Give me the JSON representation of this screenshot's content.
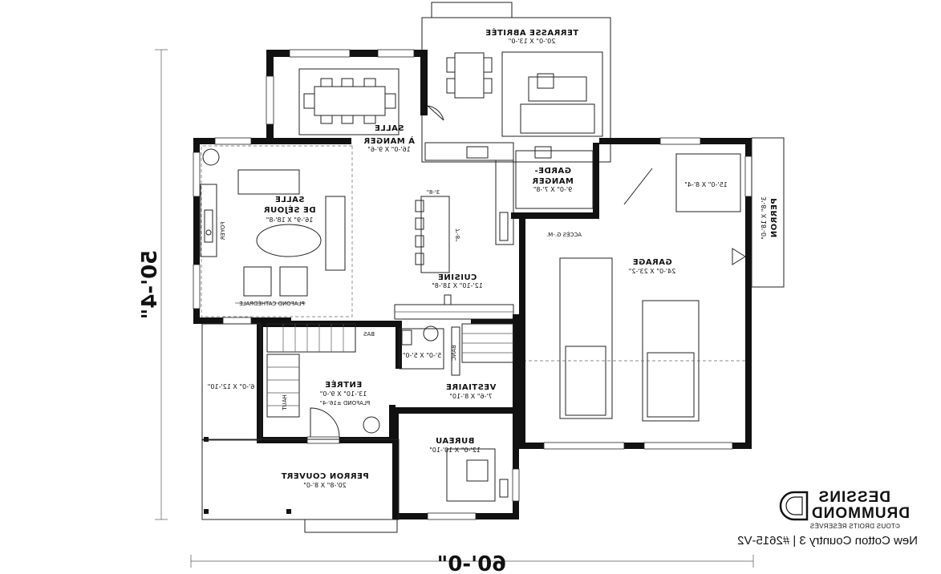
{
  "plan": {
    "overall_width": "60'-0\"",
    "overall_depth": "50'-4\"",
    "rooms": {
      "terrasse": {
        "name": "TERRASSE ABRITÉE",
        "size": "20'-0\" X 13'-0\""
      },
      "salle_manger": {
        "name1": "SALLE",
        "name2": "À MANGER",
        "size": "16'-0\" X 9'-6\""
      },
      "garde_manger": {
        "name1": "GARDE-",
        "name2": "MANGER",
        "size": "9'-0\" X 7'-8\""
      },
      "salle_sejour": {
        "name1": "SALLE",
        "name2": "DE SÉJOUR",
        "size": "16'-9\" X 18'-8\""
      },
      "foyer": "FOYER",
      "plafond_cathedrale": "PLAFOND CATHÉDRALE",
      "cuisine": {
        "name": "CUISINE",
        "size": "12'-10\" X 18'-8\""
      },
      "island_width": "3'-8\"",
      "island_length": "7'-8\"",
      "acces_gm": "ACCÈS G.-M.",
      "garage": {
        "name": "GARAGE",
        "size": "24'-0\" X 23'-2\""
      },
      "garage_storage": "15'-0\" X 8'-4\"",
      "perron": {
        "name": "PERRON",
        "size": "3'-8\" X 18'-0\""
      },
      "bas": "BAS",
      "salle_eau": "5'-0\" X 5'-0\"",
      "banc": "BANC",
      "vestiaire": {
        "name": "VESTIAIRE",
        "size": "7'-6\" X 8'-10\""
      },
      "entree": {
        "name": "ENTRÉE",
        "size": "13'-10\" X 9'-0\"",
        "ceiling": "PLAFOND ±16'-4\""
      },
      "haut": "HAUT",
      "side_porch": "6'-0\" X 12'-10\"",
      "bureau": {
        "name": "BUREAU",
        "size": "12'-0\" X 10'-10\""
      },
      "perron_couvert": {
        "name": "PERRON COUVERT",
        "size": "20'-8\" X 8'-0\""
      }
    }
  },
  "brand": {
    "line1": "DESSINS",
    "line2": "DRUMMOND",
    "line3": "©TOUS DROITS RÉSERVÉS",
    "mark_letter": "D"
  },
  "caption": "New Cotton Country 3 | #2615-V2"
}
